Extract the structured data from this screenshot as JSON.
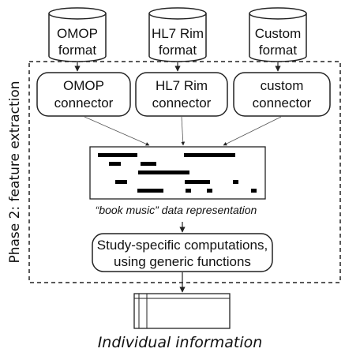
{
  "sources": [
    {
      "line1": "OMOP",
      "line2": "format"
    },
    {
      "line1": "HL7 Rim",
      "line2": "format"
    },
    {
      "line1": "Custom",
      "line2": "format"
    }
  ],
  "connectors": [
    {
      "line1": "OMOP",
      "line2": "connector"
    },
    {
      "line1": "HL7 Rim",
      "line2": "connector"
    },
    {
      "line1": "custom",
      "line2": "connector"
    }
  ],
  "phase_label": "Phase 2: feature extraction",
  "book_music_caption": "“book music” data representation",
  "computation": {
    "line1": "Study-specific computations,",
    "line2": "using generic functions"
  },
  "output_caption": "Individual information"
}
